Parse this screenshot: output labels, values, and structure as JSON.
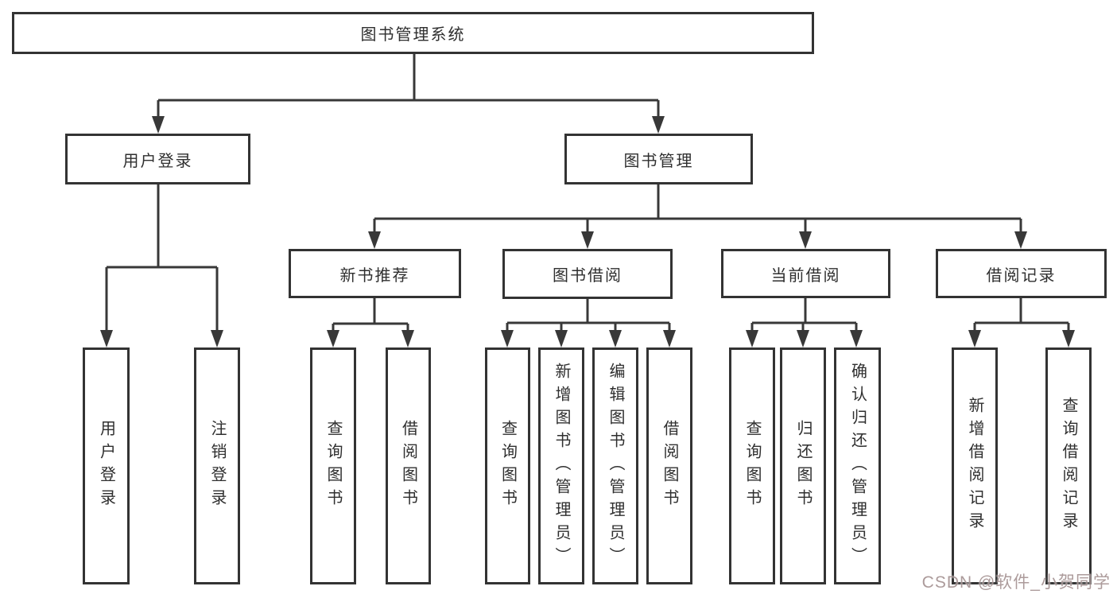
{
  "diagram": {
    "root": "图书管理系统",
    "level2": {
      "login": "用户登录",
      "manage": "图书管理"
    },
    "level3": {
      "recommend": "新书推荐",
      "borrow": "图书借阅",
      "current": "当前借阅",
      "records": "借阅记录"
    },
    "leaves": {
      "login": [
        "用户登录",
        "注销登录"
      ],
      "recommend": [
        "查询图书",
        "借阅图书"
      ],
      "borrow": [
        "查询图书",
        "新增图书（管理员）",
        "编辑图书（管理员）",
        "借阅图书"
      ],
      "current": [
        "查询图书",
        "归还图书",
        "确认归还（管理员）"
      ],
      "records": [
        "新增借阅记录",
        "查询借阅记录"
      ]
    }
  },
  "watermark": {
    "text": "CSDN @软件_小贺同学"
  },
  "colors": {
    "line": "#383838",
    "box_border": "#333333",
    "text": "#2f2f2f",
    "background": "#ffffff",
    "watermark": "rgba(158,138,138,0.85)"
  }
}
